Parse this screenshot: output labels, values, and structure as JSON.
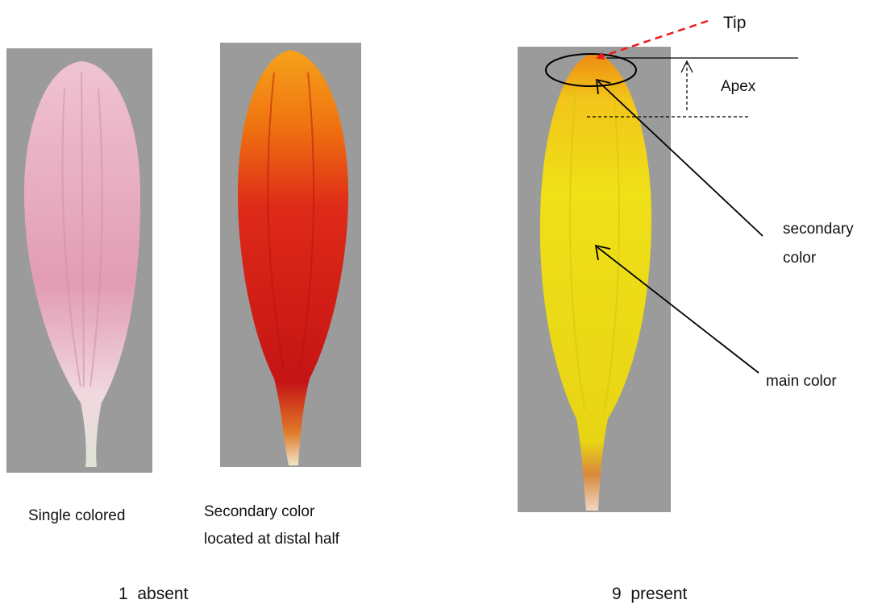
{
  "figure": {
    "caption_left": "Single colored",
    "caption_middle_line1": "Secondary color",
    "caption_middle_line2": "located at distal half",
    "score_left": "1  absent",
    "score_right": "9  present",
    "annotations": {
      "tip": "Tip",
      "apex": "Apex",
      "secondary_line1": "secondary",
      "secondary_line2": "color",
      "main_color": "main color"
    },
    "colors": {
      "photo_background": "#9a9b9a",
      "petal_pink": "#e7a9bd",
      "petal_red": "#d5201b",
      "petal_orange": "#f07a10",
      "petal_yellow": "#ecdc14",
      "tip_arrow": "#ee1c1c"
    }
  }
}
